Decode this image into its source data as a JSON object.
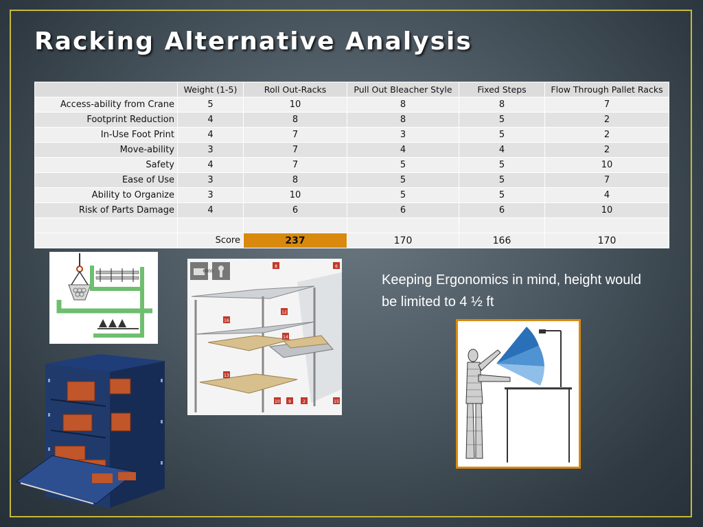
{
  "slide": {
    "title": "Racking Alternative Analysis",
    "note": "Keeping Ergonomics in mind, height would be limited to 4 ½ ft"
  },
  "table": {
    "headers": [
      "",
      "Weight (1-5)",
      "Roll Out-Racks",
      "Pull Out Bleacher Style",
      "Fixed Steps",
      "Flow Through Pallet Racks"
    ],
    "rows": [
      [
        "Access-ability from Crane",
        "5",
        "10",
        "8",
        "8",
        "7"
      ],
      [
        "Footprint Reduction",
        "4",
        "8",
        "8",
        "5",
        "2"
      ],
      [
        "In-Use Foot Print",
        "4",
        "7",
        "3",
        "5",
        "2"
      ],
      [
        "Move-ability",
        "3",
        "7",
        "4",
        "4",
        "2"
      ],
      [
        "Safety",
        "4",
        "7",
        "5",
        "5",
        "10"
      ],
      [
        "Ease of Use",
        "3",
        "8",
        "5",
        "5",
        "7"
      ],
      [
        "Ability to Organize",
        "3",
        "10",
        "5",
        "5",
        "4"
      ],
      [
        "Risk of Parts Damage",
        "4",
        "6",
        "6",
        "6",
        "10"
      ]
    ],
    "score_label": "Score",
    "scores": [
      "237",
      "170",
      "166",
      "170"
    ],
    "highlight_color": "#d98a0e"
  },
  "images": {
    "rack_labels": [
      "8",
      "6",
      "16",
      "12",
      "14",
      "13",
      "10",
      "9",
      "2",
      "15"
    ],
    "weight_badge": "6000"
  }
}
